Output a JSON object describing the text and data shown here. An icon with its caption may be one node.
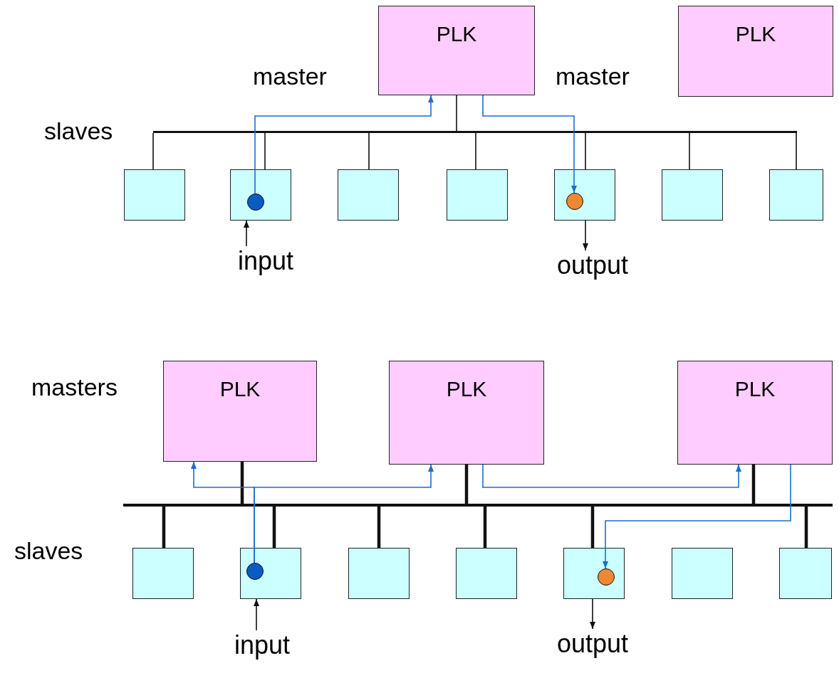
{
  "diagram": {
    "nodes": [
      {
        "text": [
          "PLK"
        ]
      },
      {
        "text": [
          "PLK"
        ]
      },
      {
        "text": [],
        "shape": "bar"
      },
      {
        "text": [],
        "shape": "box"
      },
      {
        "text": [],
        "shape": "box"
      },
      {
        "text": [],
        "shape": "box"
      },
      {
        "text": [],
        "shape": "box"
      },
      {
        "text": [],
        "shape": "box"
      },
      {
        "text": [],
        "shape": "box"
      },
      {
        "text": [],
        "shape": "box"
      },
      {
        "text": [],
        "shape": "circle",
        "in": 4
      },
      {
        "text": [],
        "shape": "circle",
        "in": 7
      },
      {
        "text": [
          "input"
        ]
      },
      {
        "text": [
          "output"
        ]
      },
      {
        "text": [
          "PLK"
        ]
      },
      {
        "text": [
          "PLK"
        ]
      },
      {
        "text": [
          "PLK"
        ]
      },
      {
        "text": [],
        "shape": "bar"
      },
      {
        "text": [],
        "shape": "box"
      },
      {
        "text": [],
        "shape": "box"
      },
      {
        "text": [],
        "shape": "box"
      },
      {
        "text": [],
        "shape": "box"
      },
      {
        "text": [],
        "shape": "box"
      },
      {
        "text": [],
        "shape": "box"
      },
      {
        "text": [],
        "shape": "box"
      },
      {
        "text": [],
        "shape": "circle",
        "in": 19
      },
      {
        "text": [],
        "shape": "circle",
        "in": 22
      },
      {
        "text": [
          "input"
        ]
      },
      {
        "text": [
          "output"
        ]
      }
    ],
    "edges": [
      {
        "from": 0,
        "to": 2,
        "arrow": "none"
      },
      {
        "from": 2,
        "to": 3,
        "arrow": "none"
      },
      {
        "from": 2,
        "to": 4,
        "arrow": "none"
      },
      {
        "from": 2,
        "to": 5,
        "arrow": "none"
      },
      {
        "from": 2,
        "to": 6,
        "arrow": "none"
      },
      {
        "from": 2,
        "to": 7,
        "arrow": "none"
      },
      {
        "from": 2,
        "to": 8,
        "arrow": "none"
      },
      {
        "from": 2,
        "to": 9,
        "arrow": "none"
      },
      {
        "from": 10,
        "to": 0,
        "arrow": "to",
        "color": "#1a6fd0"
      },
      {
        "from": 0,
        "to": 11,
        "arrow": "to",
        "color": "#1a6fd0"
      },
      {
        "from": 12,
        "to": 4,
        "arrow": "to"
      },
      {
        "from": 7,
        "to": 13,
        "arrow": "to"
      },
      {
        "from": 14,
        "to": 17,
        "arrow": "none",
        "style": "thick"
      },
      {
        "from": 15,
        "to": 17,
        "arrow": "none",
        "style": "thick"
      },
      {
        "from": 16,
        "to": 17,
        "arrow": "none",
        "style": "thick"
      },
      {
        "from": 17,
        "to": 18,
        "arrow": "none",
        "style": "thick"
      },
      {
        "from": 17,
        "to": 19,
        "arrow": "none",
        "style": "thick"
      },
      {
        "from": 17,
        "to": 20,
        "arrow": "none",
        "style": "thick"
      },
      {
        "from": 17,
        "to": 21,
        "arrow": "none",
        "style": "thick"
      },
      {
        "from": 17,
        "to": 22,
        "arrow": "none",
        "style": "thick"
      },
      {
        "from": 17,
        "to": 24,
        "arrow": "none",
        "style": "thick"
      },
      {
        "from": 25,
        "to": 14,
        "arrow": "to",
        "color": "#1a6fd0"
      },
      {
        "from": 25,
        "to": 15,
        "arrow": "to",
        "color": "#1a6fd0"
      },
      {
        "from": 15,
        "to": 16,
        "arrow": "to",
        "color": "#1a6fd0"
      },
      {
        "from": 16,
        "to": 26,
        "arrow": "to",
        "color": "#1a6fd0"
      },
      {
        "from": 27,
        "to": 19,
        "arrow": "to"
      },
      {
        "from": 22,
        "to": 28,
        "arrow": "to"
      }
    ],
    "labels": [
      "master",
      "master",
      "slaves",
      "masters",
      "slaves"
    ]
  }
}
